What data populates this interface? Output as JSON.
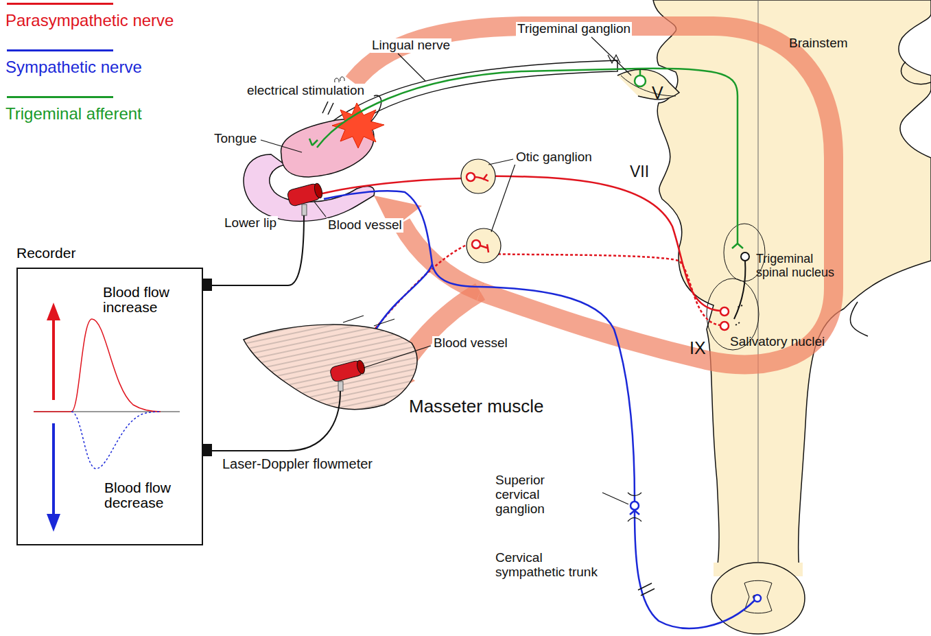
{
  "diagram": {
    "nodes": [
      {
        "text": [
          "Recorder",
          "Blood flow increase",
          "Blood flow decrease"
        ]
      }
    ],
    "labels": [
      "Lingual nerve",
      "Trigeminal ganglion",
      "Brainstem",
      "electrical stimulation",
      "Tongue",
      "Otic ganglion",
      "V",
      "VII",
      "Lower lip",
      "Blood vessel",
      "Trigeminal spinal nucleus",
      "Salivatory nuclei",
      "IX",
      "Blood vessel",
      "Masseter muscle",
      "Laser-Doppler flowmeter",
      "Superior cervical ganglion",
      "Cervical sympathetic trunk"
    ],
    "legend": [
      {
        "text": "Parasympathetic nerve"
      },
      {
        "text": "Sympathetic nerve"
      },
      {
        "text": "Trigeminal afferent"
      }
    ]
  }
}
